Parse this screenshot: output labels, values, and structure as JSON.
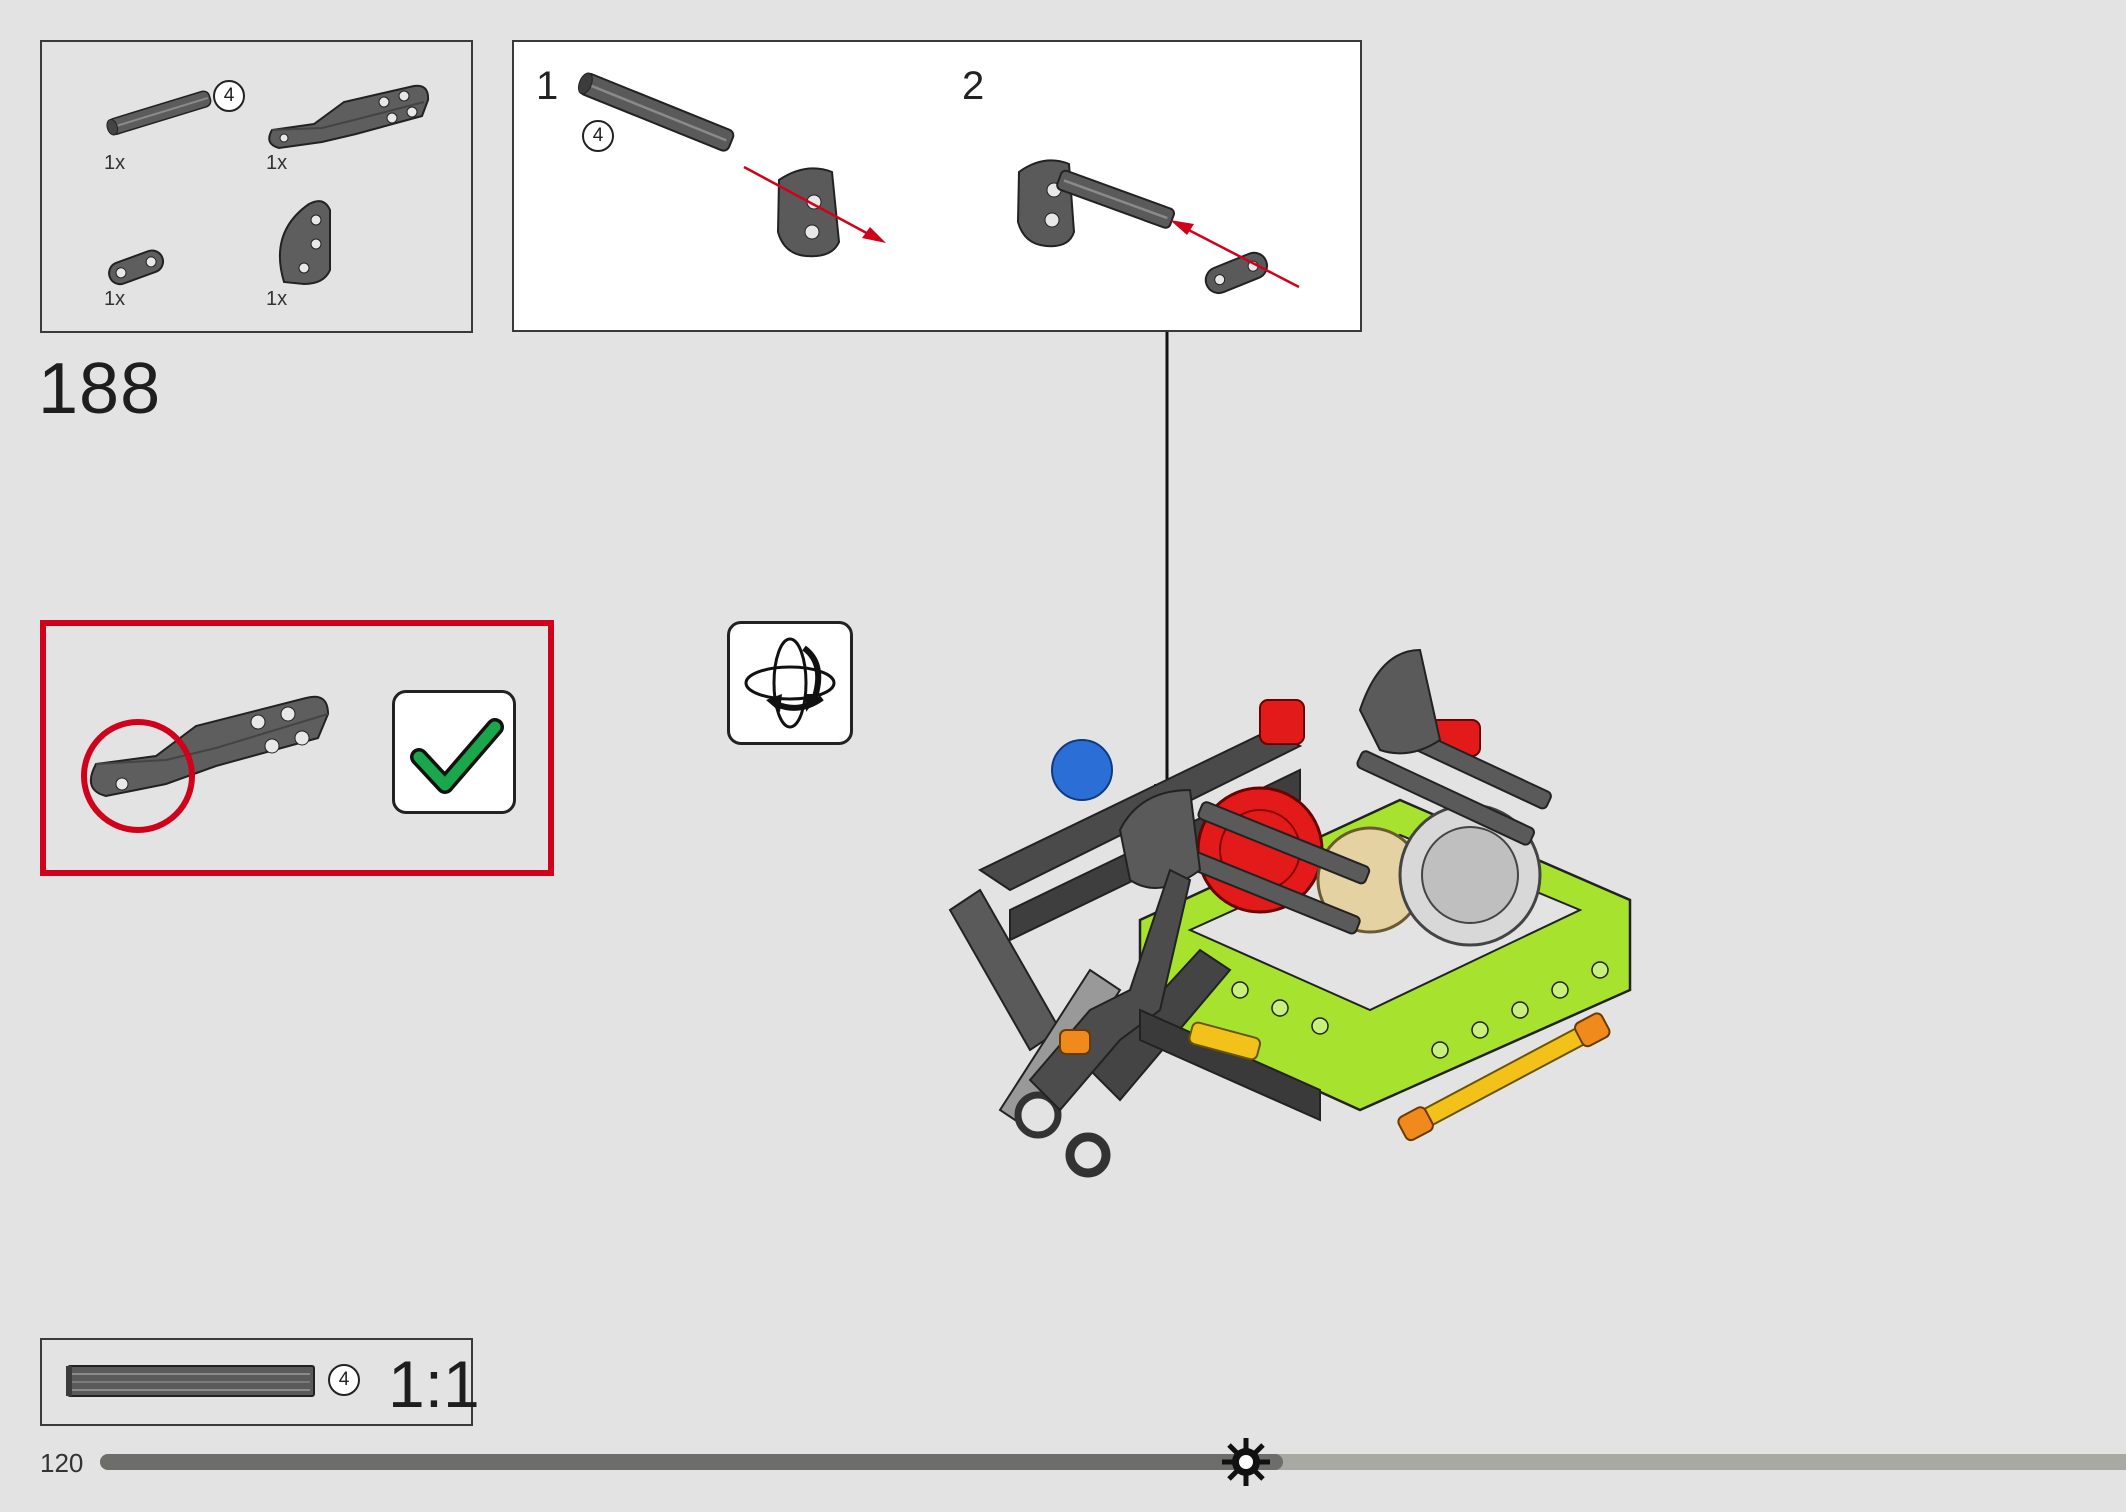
{
  "step": {
    "number": "188"
  },
  "parts_list": {
    "items": [
      {
        "name": "axle-4",
        "qty": "1x",
        "size_callout": "4"
      },
      {
        "name": "liftarm-bent-double",
        "qty": "1x"
      },
      {
        "name": "liftarm-1x2-thin",
        "qty": "1x"
      },
      {
        "name": "liftarm-curved-2x2",
        "qty": "1x"
      }
    ]
  },
  "substeps": [
    {
      "number": "1",
      "size_callout": "4"
    },
    {
      "number": "2"
    }
  ],
  "callout": {
    "status": "correct",
    "check_color": "#1aa64a",
    "highlight_color": "#d0021b"
  },
  "rotate_hint": {
    "icon": "rotate-model-icon"
  },
  "scale_ruler": {
    "size_callout": "4",
    "ratio": "1:1"
  },
  "page": {
    "number": "120",
    "progress": 0.58
  },
  "colors": {
    "background": "#e3e3e3",
    "frame_lime": "#a6e22e",
    "part_dark_gray": "#5a5a5a",
    "arrow_red": "#d0021b"
  }
}
